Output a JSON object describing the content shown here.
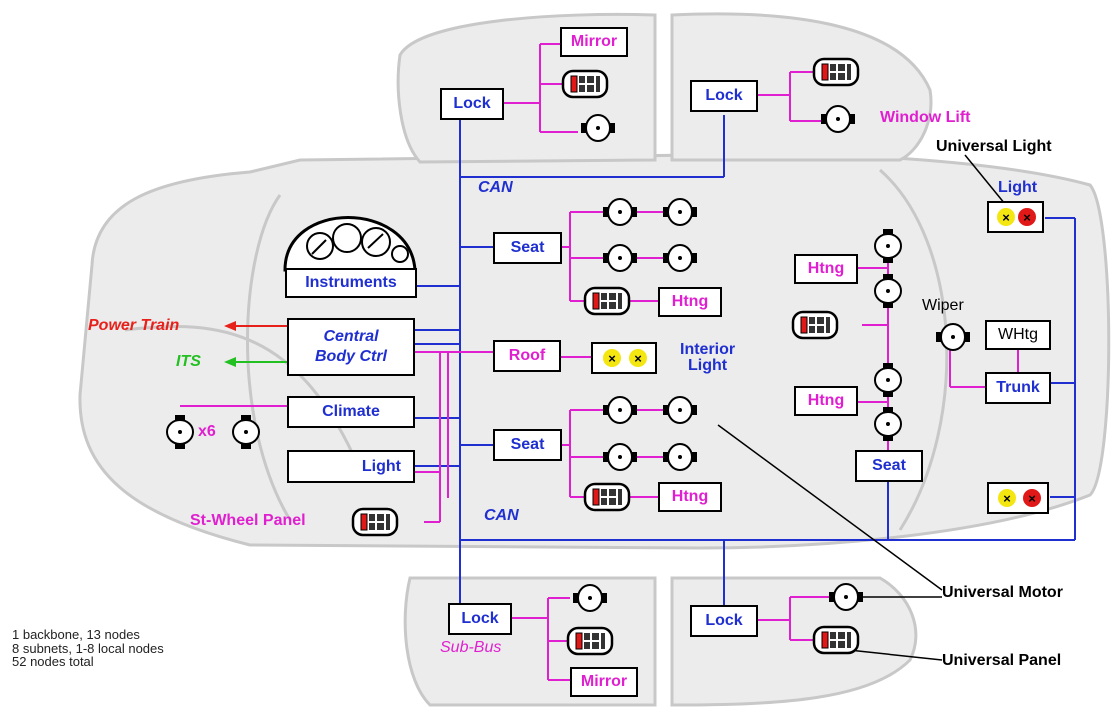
{
  "labels": {
    "lock_fl": "Lock",
    "lock_fr": "Lock",
    "lock_rl": "Lock",
    "lock_rr": "Lock",
    "mirror_top": "Mirror",
    "mirror_bottom": "Mirror",
    "window_lift": "Window Lift",
    "universal_light": "Universal Light",
    "light_right": "Light",
    "can_top": "CAN",
    "can_bottom": "CAN",
    "seat_front": "Seat",
    "seat_rear": "Seat",
    "seat_right": "Seat",
    "instruments": "Instruments",
    "central_line1": "Central",
    "central_line2": "Body Ctrl",
    "power_train": "Power Train",
    "its": "ITS",
    "roof": "Roof",
    "interior_line1": "Interior",
    "interior_line2": "Light",
    "climate": "Climate",
    "x6": "x6",
    "light_left": "Light",
    "st_wheel_panel": "St-Wheel Panel",
    "htng_front": "Htng",
    "htng_rear": "Htng",
    "htng_right1": "Htng",
    "htng_right2": "Htng",
    "wiper": "Wiper",
    "whtg": "WHtg",
    "trunk": "Trunk",
    "sub_bus": "Sub-Bus",
    "universal_motor": "Universal Motor",
    "universal_panel": "Universal Panel",
    "stats_line1": "1 backbone, 13 nodes",
    "stats_line2": "8 subnets, 1-8 local nodes",
    "stats_line3": "52 nodes total"
  },
  "colors": {
    "backbone": "#1f2fd0",
    "subnet": "#e020d0",
    "body_fill": "#ececec",
    "body_stroke": "#c8c8c8",
    "power_train": "#e8201a",
    "its": "#22c020",
    "lamp_yellow": "#f4e610",
    "lamp_red": "#e01818"
  }
}
